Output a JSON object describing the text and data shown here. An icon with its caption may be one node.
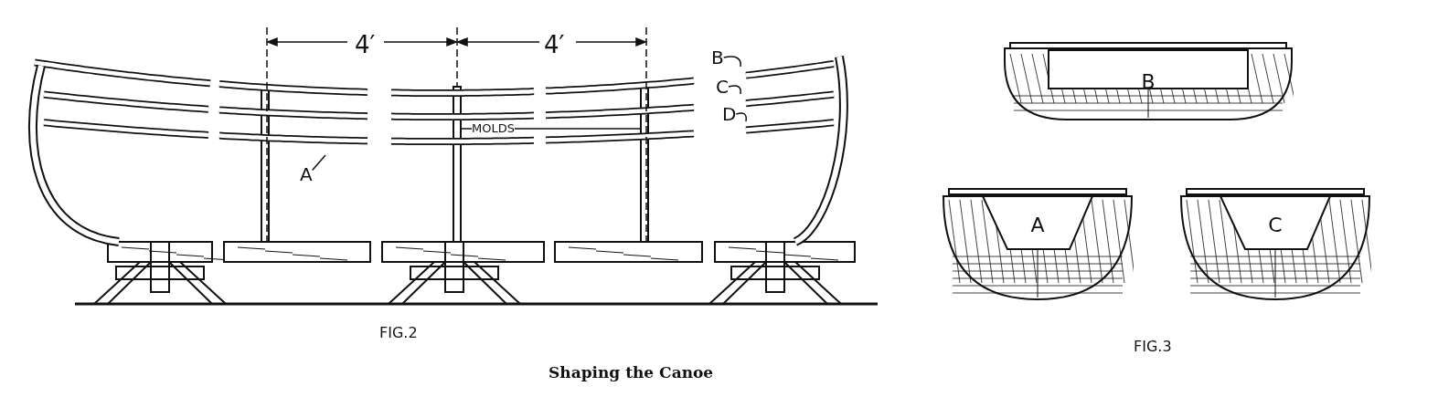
{
  "diagram": {
    "caption": "Shaping the Canoe",
    "nodes": [
      {
        "text": [
          "B"
        ]
      },
      {
        "text": [
          "C"
        ]
      },
      {
        "text": [
          "D"
        ]
      },
      {
        "text": [
          "MOLDS"
        ]
      },
      {
        "text": [
          "A"
        ]
      },
      {
        "text": [
          "B"
        ]
      },
      {
        "text": [
          "A"
        ]
      },
      {
        "text": [
          "C"
        ]
      }
    ],
    "edges": [
      {
        "from": 0,
        "to": null,
        "arrow": "none"
      },
      {
        "from": 1,
        "to": null,
        "arrow": "none"
      },
      {
        "from": 2,
        "to": null,
        "arrow": "none"
      },
      {
        "from": 3,
        "to": null,
        "arrow": "none"
      },
      {
        "from": 3,
        "to": null,
        "arrow": "none"
      },
      {
        "from": 4,
        "to": null,
        "arrow": "none"
      }
    ],
    "labels": [
      "4′",
      "4′",
      "FIG.2",
      "FIG.3"
    ]
  }
}
